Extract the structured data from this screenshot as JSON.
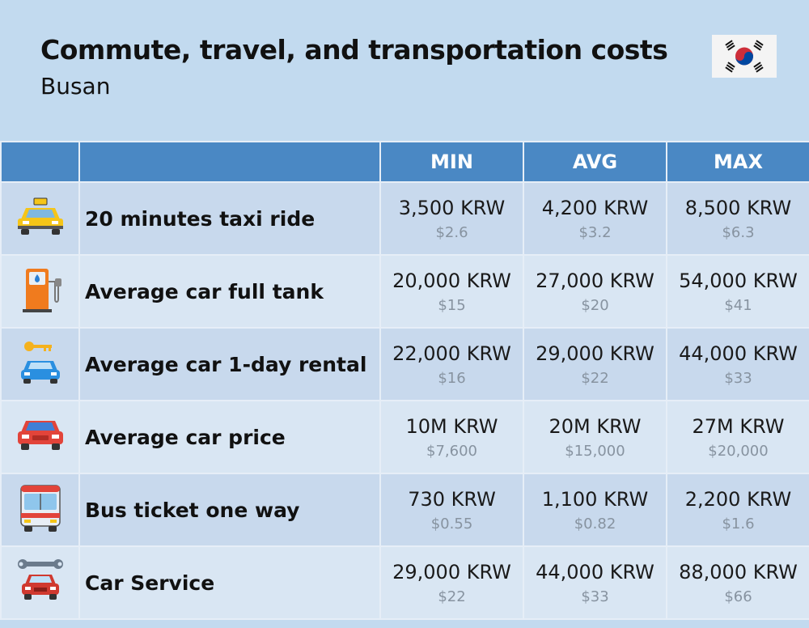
{
  "title": "Commute, travel, and transportation costs",
  "subtitle": "Busan",
  "colors": {
    "header_bg": "#4a88c4",
    "row_odd": "#c8d9ed",
    "row_even": "#d9e6f3",
    "page_bg": "#c2daef"
  },
  "columns": [
    "",
    "",
    "MIN",
    "AVG",
    "MAX"
  ],
  "rows": [
    {
      "icon": "taxi-icon",
      "label": "20 minutes taxi ride",
      "min_krw": "3,500 KRW",
      "min_usd": "$2.6",
      "avg_krw": "4,200 KRW",
      "avg_usd": "$3.2",
      "max_krw": "8,500 KRW",
      "max_usd": "$6.3"
    },
    {
      "icon": "fuel-pump-icon",
      "label": "Average car full tank",
      "min_krw": "20,000 KRW",
      "min_usd": "$15",
      "avg_krw": "27,000 KRW",
      "avg_usd": "$20",
      "max_krw": "54,000 KRW",
      "max_usd": "$41"
    },
    {
      "icon": "car-rental-icon",
      "label": "Average car 1-day rental",
      "min_krw": "22,000 KRW",
      "min_usd": "$16",
      "avg_krw": "29,000 KRW",
      "avg_usd": "$22",
      "max_krw": "44,000 KRW",
      "max_usd": "$33"
    },
    {
      "icon": "car-icon",
      "label": "Average car price",
      "min_krw": "10M KRW",
      "min_usd": "$7,600",
      "avg_krw": "20M KRW",
      "avg_usd": "$15,000",
      "max_krw": "27M KRW",
      "max_usd": "$20,000"
    },
    {
      "icon": "bus-icon",
      "label": "Bus ticket one way",
      "min_krw": "730 KRW",
      "min_usd": "$0.55",
      "avg_krw": "1,100 KRW",
      "avg_usd": "$0.82",
      "max_krw": "2,200 KRW",
      "max_usd": "$1.6"
    },
    {
      "icon": "car-service-icon",
      "label": "Car Service",
      "min_krw": "29,000 KRW",
      "min_usd": "$22",
      "avg_krw": "44,000 KRW",
      "avg_usd": "$33",
      "max_krw": "88,000 KRW",
      "max_usd": "$66"
    }
  ]
}
